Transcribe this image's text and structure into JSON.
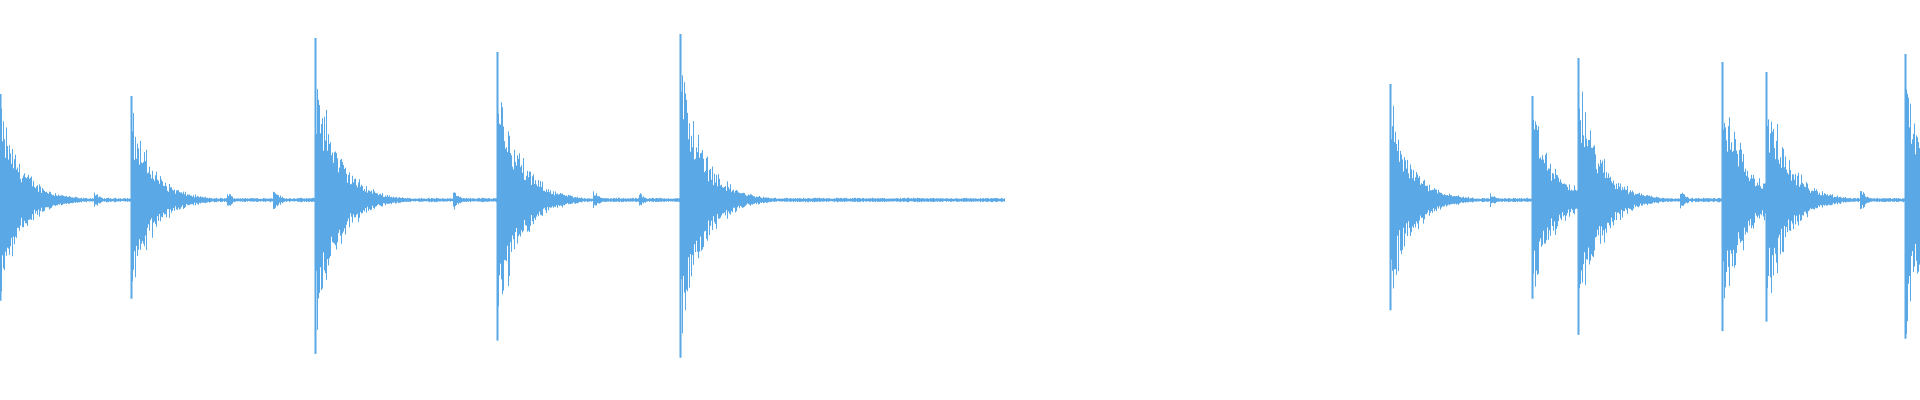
{
  "waveform": {
    "color": "#5aa9e6",
    "background": "#ffffff",
    "centerline": 0.5,
    "segments": [
      {
        "name": "left-clip",
        "start": 0.0,
        "end": 0.523,
        "tail_end": 0.523,
        "hits": [
          {
            "t": 0.0,
            "amp": 0.53
          },
          {
            "t": 0.068,
            "amp": 0.52
          },
          {
            "t": 0.164,
            "amp": 0.81
          },
          {
            "t": 0.259,
            "amp": 0.74
          },
          {
            "t": 0.354,
            "amp": 0.83
          }
        ],
        "small_hits": [
          {
            "t": 0.049,
            "amp": 0.05
          },
          {
            "t": 0.118,
            "amp": 0.05
          },
          {
            "t": 0.142,
            "amp": 0.08
          },
          {
            "t": 0.236,
            "amp": 0.06
          },
          {
            "t": 0.309,
            "amp": 0.06
          },
          {
            "t": 0.333,
            "amp": 0.05
          }
        ]
      },
      {
        "name": "right-clip",
        "start": 0.724,
        "end": 1.0,
        "tail_end": 1.0,
        "hits": [
          {
            "t": 0.724,
            "amp": 0.58
          },
          {
            "t": 0.798,
            "amp": 0.52
          },
          {
            "t": 0.822,
            "amp": 0.71
          },
          {
            "t": 0.897,
            "amp": 0.69
          },
          {
            "t": 0.92,
            "amp": 0.64
          },
          {
            "t": 0.992,
            "amp": 0.73
          }
        ],
        "small_hits": [
          {
            "t": 0.776,
            "amp": 0.04
          },
          {
            "t": 0.875,
            "amp": 0.06
          },
          {
            "t": 0.969,
            "amp": 0.08
          }
        ]
      }
    ]
  }
}
